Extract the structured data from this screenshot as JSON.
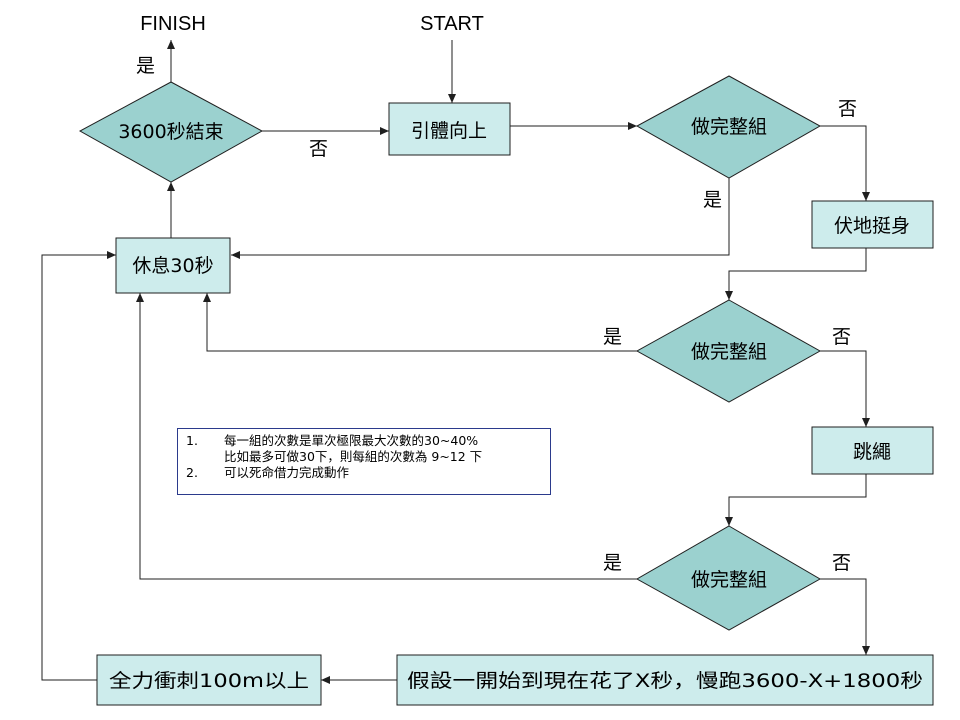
{
  "terminals": {
    "finish": "FINISH",
    "start": "START"
  },
  "nodes": {
    "check_end": "3600秒結束",
    "pullup": "引體向上",
    "decision1": "做完整組",
    "pushup": "伏地挺身",
    "rest": "休息30秒",
    "decision2": "做完整組",
    "jumprope": "跳繩",
    "decision3": "做完整組",
    "jog": "假設一開始到現在花了X秒，慢跑3600-X+1800秒",
    "sprint": "全力衝刺100m以上"
  },
  "edges": {
    "yes_finish": "是",
    "no_check_end": "否",
    "no_decision1": "否",
    "yes_decision1": "是",
    "yes_decision2": "是",
    "no_decision2": "否",
    "yes_decision3": "是",
    "no_decision3": "否"
  },
  "notes": {
    "item1_num": "1.",
    "item1_line1": "每一組的次數是單次極限最大次數的30~40%",
    "item1_line2": "比如最多可做30下，則每組的次數為 9~12 下",
    "item2_num": "2.",
    "item2_line1": "可以死命借力完成動作"
  }
}
